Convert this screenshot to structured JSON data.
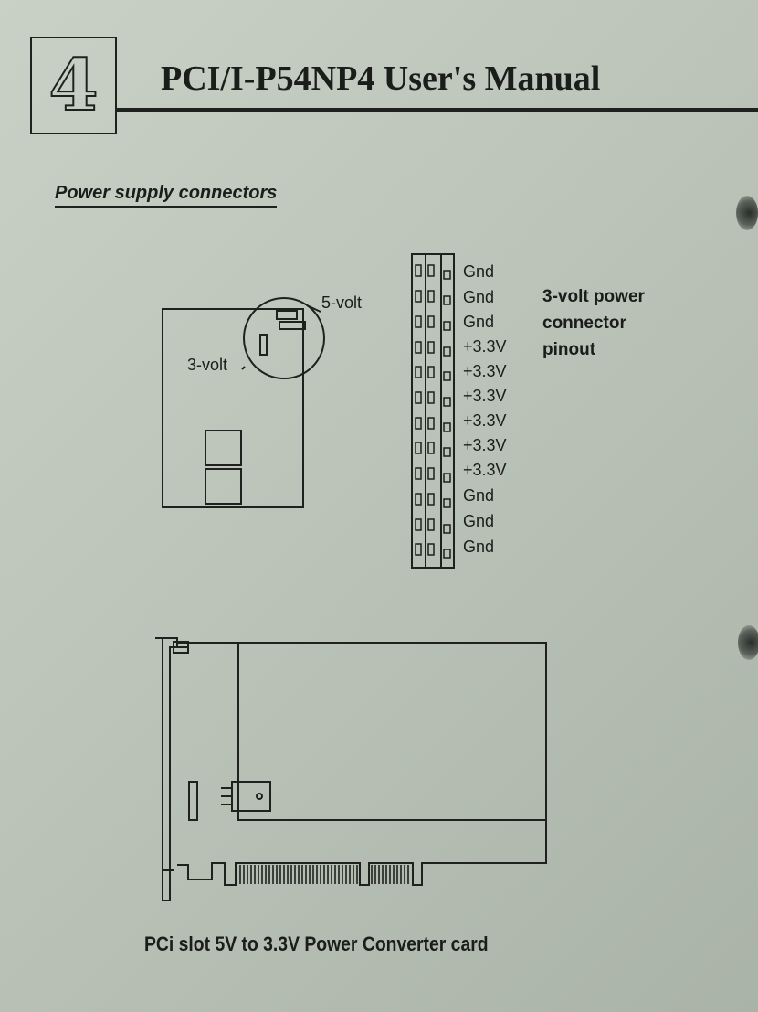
{
  "header": {
    "chapter_number": "4",
    "title": "PCI/I-P54NP4 User's Manual"
  },
  "section": {
    "heading": "Power supply  connectors"
  },
  "board_diagram": {
    "label_5v": "5-volt",
    "label_3v": "3-volt"
  },
  "connector": {
    "pins": [
      "Gnd",
      "Gnd",
      "Gnd",
      "+3.3V",
      "+3.3V",
      "+3.3V",
      "+3.3V",
      "+3.3V",
      "+3.3V",
      "Gnd",
      "Gnd",
      "Gnd"
    ],
    "title_lines": [
      "3-volt power",
      "connector",
      "pinout"
    ]
  },
  "card_diagram": {
    "caption": "PCi slot 5V to 3.3V Power Converter card"
  }
}
